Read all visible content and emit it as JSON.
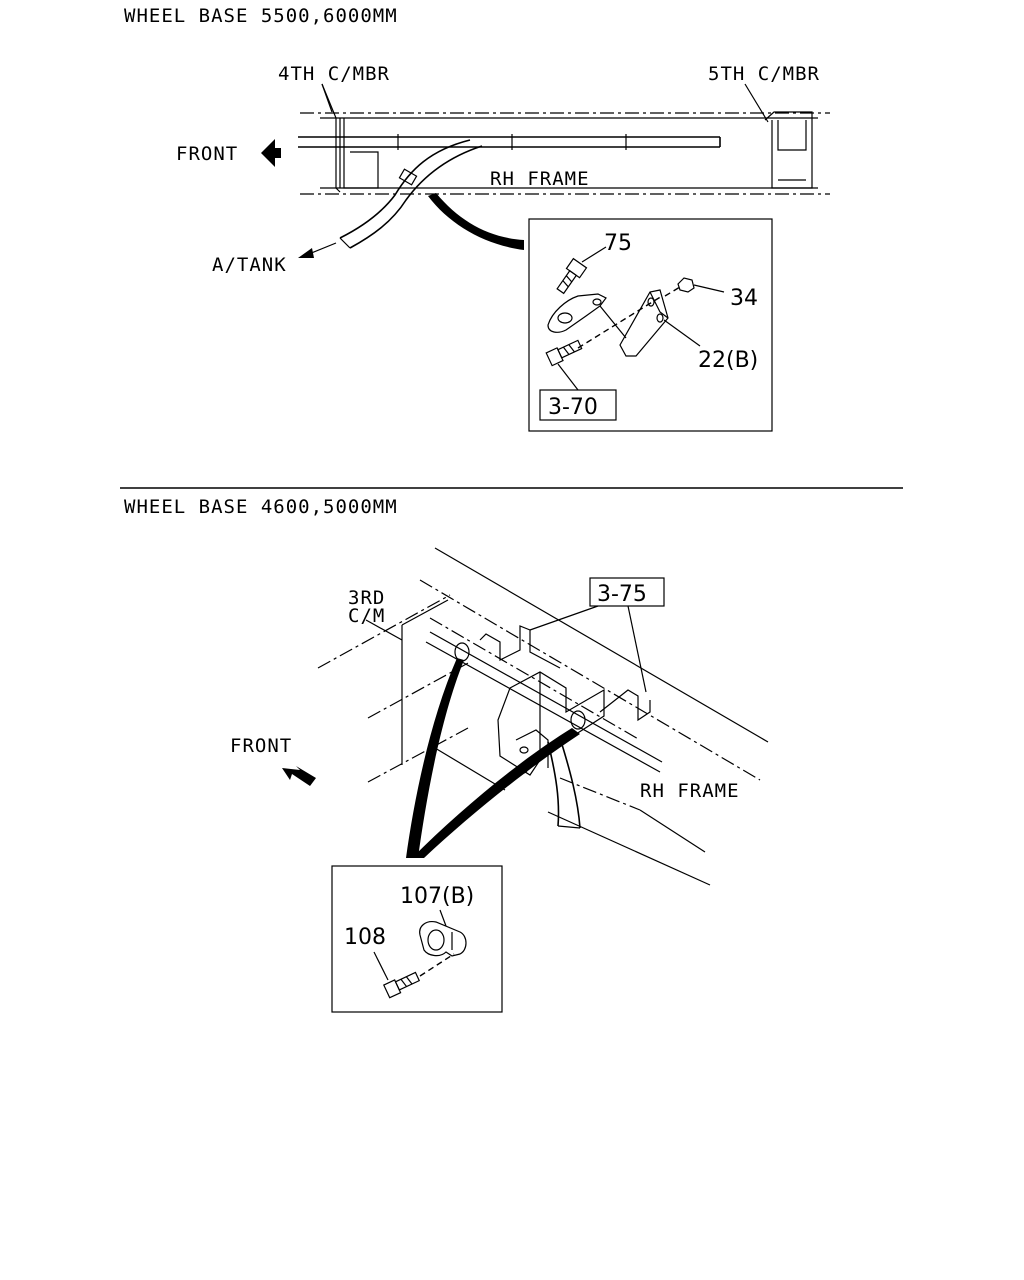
{
  "upper": {
    "heading": "WHEEL BASE 5500,6000MM",
    "labels": {
      "member_4th": "4TH C/MBR",
      "member_5th": "5TH C/MBR",
      "front": "FRONT",
      "rh_frame": "RH FRAME",
      "a_tank": "A/TANK"
    },
    "callouts": {
      "p75": "75",
      "p34": "34",
      "p22b": "22(B)",
      "ref": "3-70"
    }
  },
  "lower": {
    "heading": "WHEEL BASE 4600,5000MM",
    "labels": {
      "member_3rd_line1": "3RD",
      "member_3rd_line2": "C/M",
      "front": "FRONT",
      "rh_frame": "RH FRAME"
    },
    "callouts": {
      "ref": "3-75",
      "p107b": "107(B)",
      "p108": "108"
    }
  }
}
